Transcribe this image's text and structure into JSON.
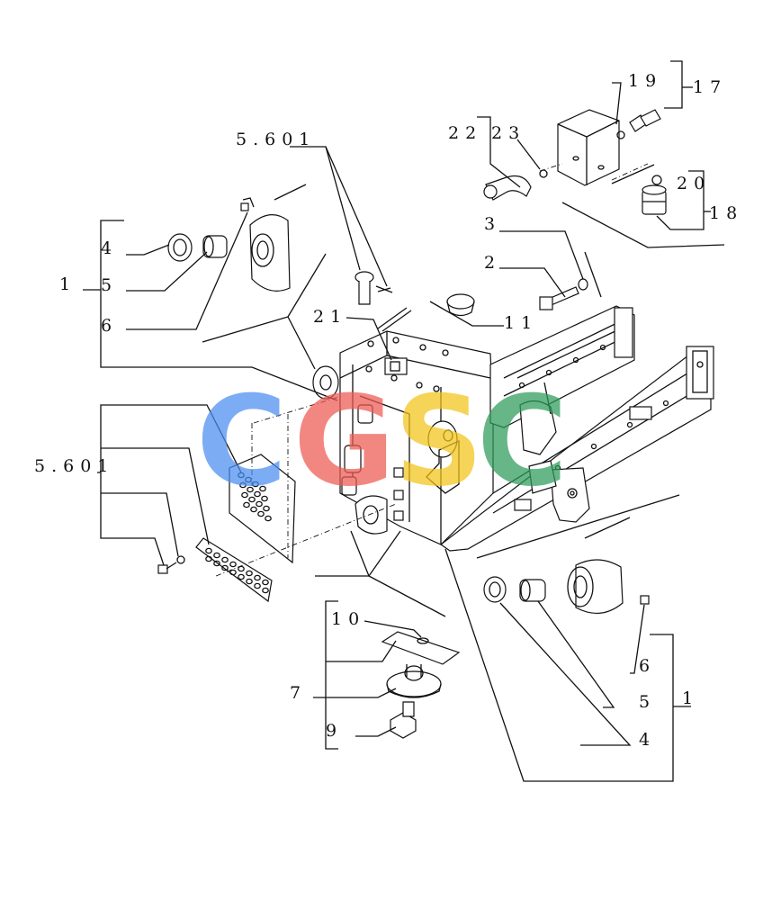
{
  "labels": {
    "l_5601_top": "5.601",
    "l_5601_left": "5.601",
    "l_19": "19",
    "l_17": "17",
    "l_22": "22",
    "l_23": "23",
    "l_20": "20",
    "l_18": "18",
    "l_3": "3",
    "l_2": "2",
    "l_21": "21",
    "l_11": "11",
    "l_1_left": "1",
    "l_4_left": "4",
    "l_5_left": "5",
    "l_6_left": "6",
    "l_10": "10",
    "l_7": "7",
    "l_9": "9",
    "l_6_right": "6",
    "l_5_right": "5",
    "l_4_right": "4",
    "l_1_right": "1"
  },
  "watermark": {
    "letters": [
      "C",
      "G",
      "S",
      "C"
    ],
    "colors": [
      "#4a8ef0",
      "#ee5a52",
      "#f2c417",
      "#2e9b5a"
    ]
  }
}
